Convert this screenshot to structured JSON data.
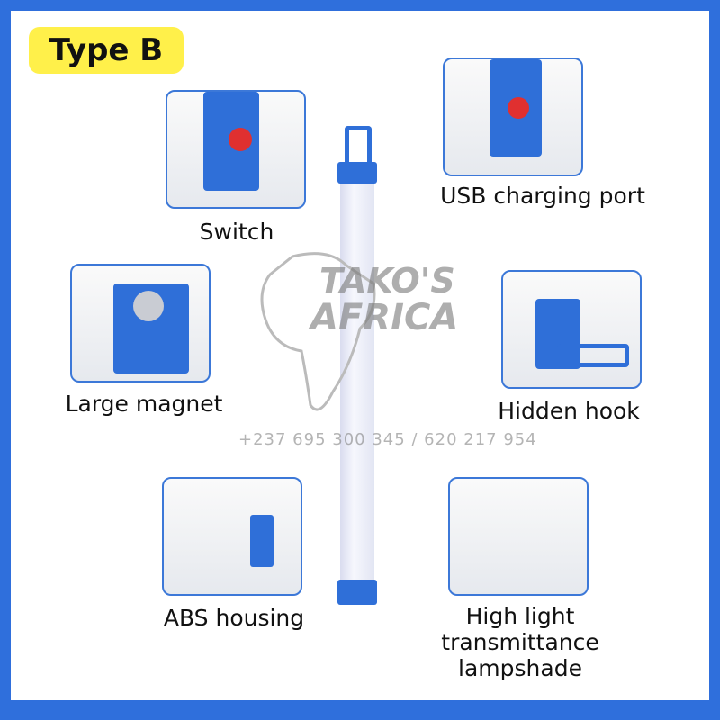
{
  "badge": "Type B",
  "labels": {
    "switch": "Switch",
    "usb": "USB charging port",
    "magnet": "Large magnet",
    "hook": "Hidden hook",
    "abs": "ABS housing",
    "shade1": "High light",
    "shade2": "transmittance",
    "shade3": "lampshade"
  },
  "watermark": {
    "line1": "TAKO'S",
    "line2": "AFRICA",
    "phone": "+237 695 300 345 / 620 217 954"
  },
  "colors": {
    "border": "#2f6fdc",
    "badge": "#fff04a",
    "accent": "#2f6fd8"
  }
}
